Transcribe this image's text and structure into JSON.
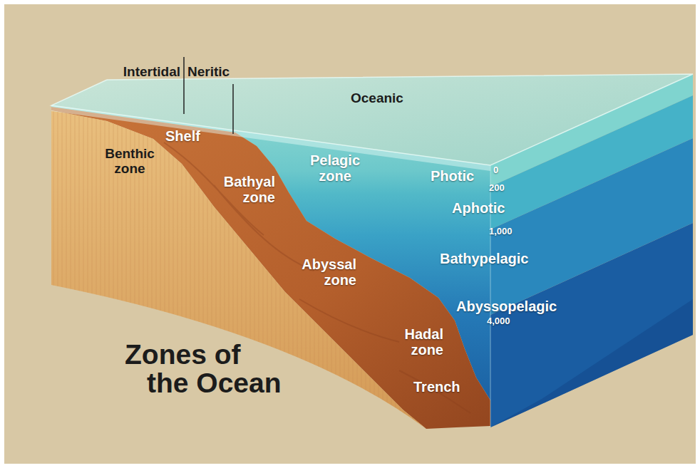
{
  "diagram": {
    "title": "Zones of the Ocean",
    "labels": [
      "Intertidal",
      "Neritic",
      "Oceanic",
      "Shelf",
      "Benthic zone",
      "Pelagic zone",
      "Bathyal zone",
      "Photic",
      "0",
      "200",
      "Aphotic",
      "1,000",
      "Bathypelagic",
      "Abyssal zone",
      "Abyssopelagic",
      "4,000",
      "Hadal zone",
      "Trench"
    ]
  }
}
